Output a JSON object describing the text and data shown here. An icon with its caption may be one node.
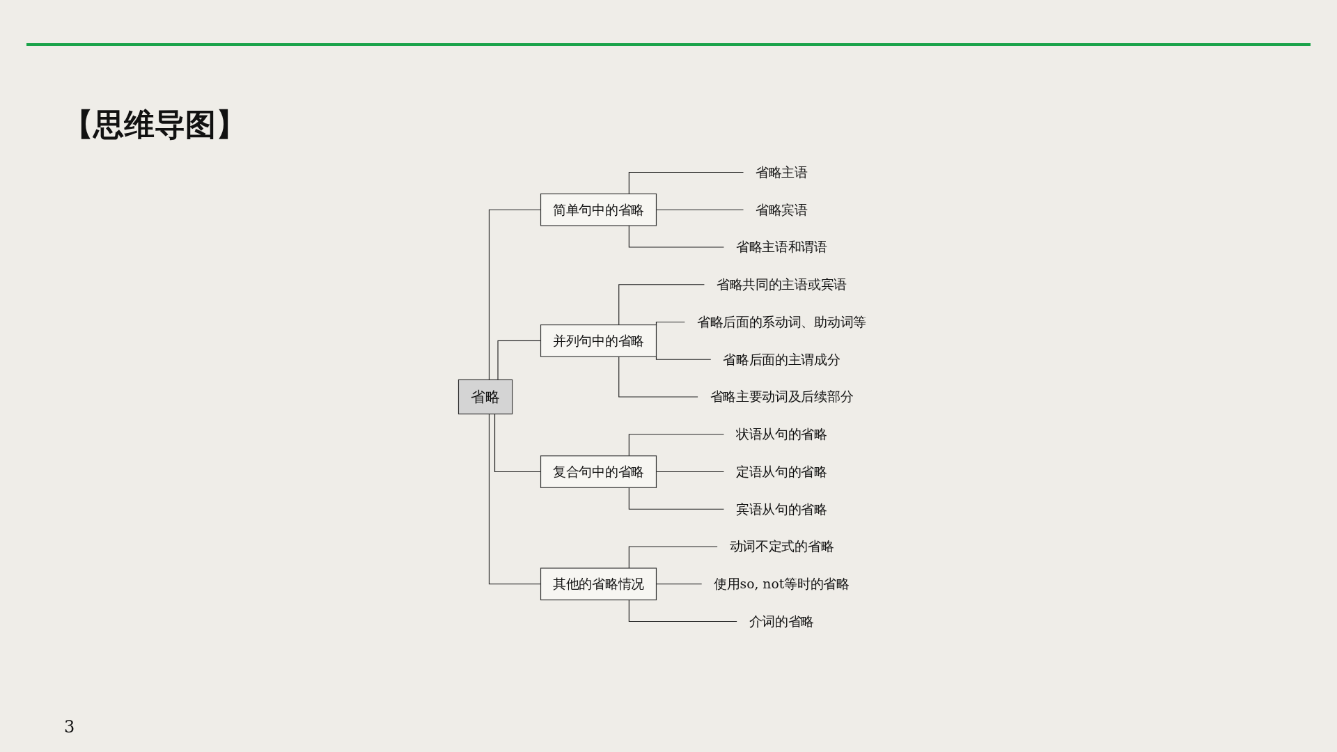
{
  "diagram": {
    "title": "【思维导图】",
    "nodes": [
      {
        "text": [
          "省略"
        ]
      },
      {
        "text": [
          "简单句中的省略"
        ]
      },
      {
        "text": [
          "省略主语"
        ]
      },
      {
        "text": [
          "省略宾语"
        ]
      },
      {
        "text": [
          "省略主语和谓语"
        ]
      },
      {
        "text": [
          "并列句中的省略"
        ]
      },
      {
        "text": [
          "省略共同的主语或宾语"
        ]
      },
      {
        "text": [
          "省略后面的系动词、助动词等"
        ]
      },
      {
        "text": [
          "省略后面的主谓成分"
        ]
      },
      {
        "text": [
          "省略主要动词及后续部分"
        ]
      },
      {
        "text": [
          "复合句中的省略"
        ]
      },
      {
        "text": [
          "状语从句的省略"
        ]
      },
      {
        "text": [
          "定语从句的省略"
        ]
      },
      {
        "text": [
          "宾语从句的省略"
        ]
      },
      {
        "text": [
          "其他的省略情况"
        ]
      },
      {
        "text": [
          "动词不定式的省略"
        ]
      },
      {
        "text": [
          "使用so, not等时的省略"
        ]
      },
      {
        "text": [
          "介词的省略"
        ]
      }
    ],
    "edges": [
      {
        "from": 0,
        "to": 1,
        "arrow": "none"
      },
      {
        "from": 0,
        "to": 5,
        "arrow": "none"
      },
      {
        "from": 0,
        "to": 10,
        "arrow": "none"
      },
      {
        "from": 0,
        "to": 14,
        "arrow": "none"
      },
      {
        "from": 1,
        "to": 2,
        "arrow": "none"
      },
      {
        "from": 1,
        "to": 3,
        "arrow": "none"
      },
      {
        "from": 1,
        "to": 4,
        "arrow": "none"
      },
      {
        "from": 5,
        "to": 6,
        "arrow": "none"
      },
      {
        "from": 5,
        "to": 7,
        "arrow": "none"
      },
      {
        "from": 5,
        "to": 8,
        "arrow": "none"
      },
      {
        "from": 5,
        "to": 9,
        "arrow": "none"
      },
      {
        "from": 10,
        "to": 11,
        "arrow": "none"
      },
      {
        "from": 10,
        "to": 12,
        "arrow": "none"
      },
      {
        "from": 10,
        "to": 13,
        "arrow": "none"
      },
      {
        "from": 14,
        "to": 15,
        "arrow": "none"
      },
      {
        "from": 14,
        "to": 16,
        "arrow": "none"
      },
      {
        "from": 14,
        "to": 17,
        "arrow": "none"
      }
    ],
    "labels": [
      "3"
    ]
  }
}
